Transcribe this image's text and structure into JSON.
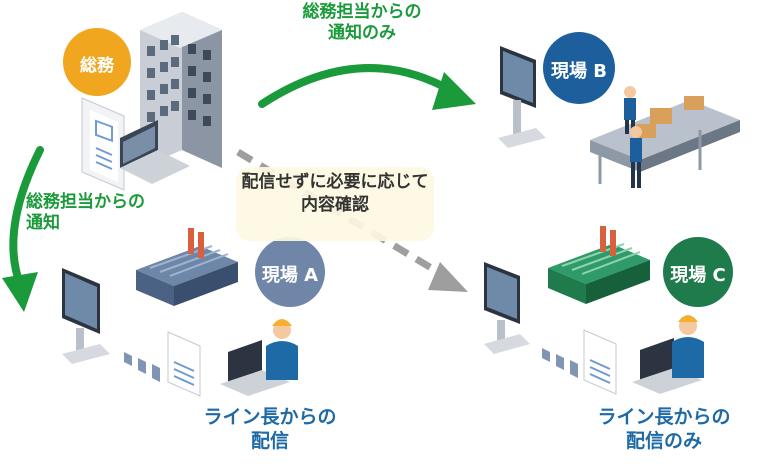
{
  "nodes": {
    "soumu": {
      "label": "総務",
      "color": "#f0a61e"
    },
    "site_a": {
      "label": "現場 A",
      "color": "#6f86a8"
    },
    "site_b": {
      "label": "現場 B",
      "color": "#1c5f9c"
    },
    "site_c": {
      "label": "現場 C",
      "color": "#1f7a4c"
    }
  },
  "edges": {
    "to_b": {
      "label_line1": "総務担当からの",
      "label_line2": "通知のみ",
      "color": "#1a9a3a"
    },
    "to_a": {
      "label_line1": "総務担当からの",
      "label_line2": "通知",
      "color": "#1a9a3a"
    },
    "to_c": {
      "label_line1": "配信せずに必要に応じて",
      "label_line2": "内容確認",
      "color": "#9e9e9e"
    }
  },
  "captions": {
    "site_a": {
      "line1": "ライン長からの",
      "line2": "配信"
    },
    "site_c": {
      "line1": "ライン長からの",
      "line2": "配信のみ"
    }
  }
}
